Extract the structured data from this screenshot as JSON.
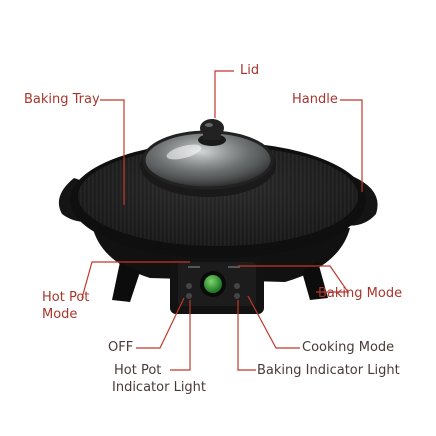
{
  "diagram": {
    "labels": {
      "lid": "Lid",
      "baking_tray": "Baking Tray",
      "handle": "Handle",
      "hot_pot_mode_line1": "Hot Pot",
      "hot_pot_mode_line2": "Mode",
      "baking_mode": "Baking Mode",
      "off": "OFF",
      "cooking_mode": "Cooking Mode",
      "hot_pot_light_line1": "Hot Pot",
      "hot_pot_light_line2": "Indicator Light",
      "baking_light": "Baking Indicator Light"
    },
    "colors": {
      "label_red": "#a8352c",
      "label_dark": "#4a3a37",
      "leader_line": "#c0392b",
      "body_black": "#161616",
      "knob_green": "#2f9e36"
    }
  }
}
